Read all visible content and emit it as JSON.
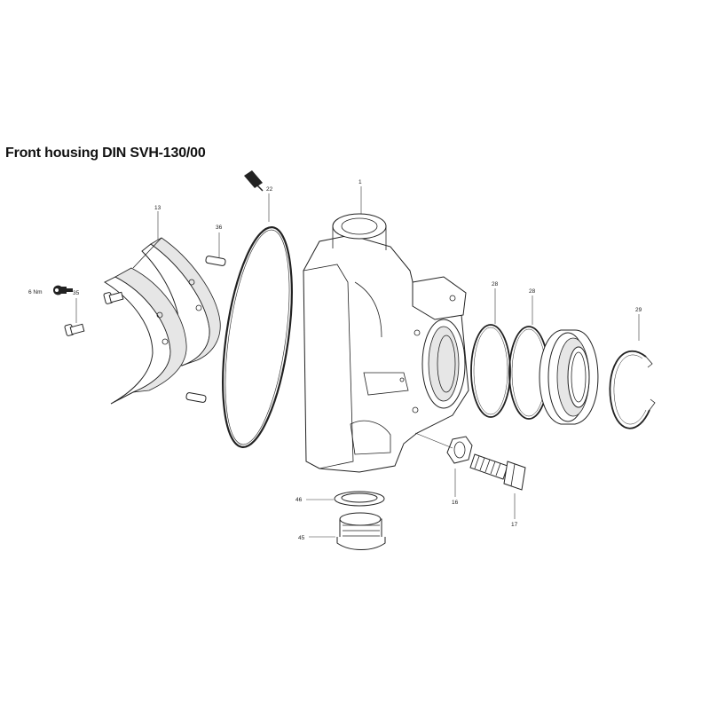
{
  "title": "Front housing DIN SVH-130/00",
  "callouts": {
    "c1": "1",
    "c13": "13",
    "c16": "16",
    "c17": "17",
    "c22": "22",
    "c28a": "28",
    "c28b": "28",
    "c29": "29",
    "c35": "35",
    "c36": "36",
    "c45": "45",
    "c46": "46"
  },
  "torque": "6 Nm",
  "icons": {
    "torque": "wrench-icon",
    "lubricant": "grease-gun-icon"
  }
}
